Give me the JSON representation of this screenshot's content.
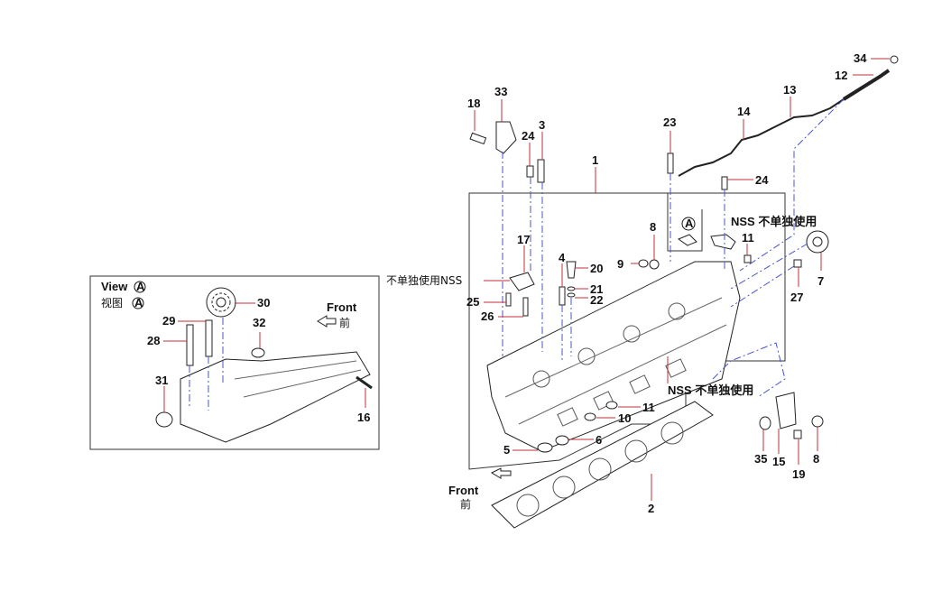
{
  "diagram": {
    "title": "Cylinder head exploded parts diagram",
    "inset_view": {
      "view_label": "View",
      "view_label_cn": "视图",
      "view_marker": "A",
      "front_label": "Front",
      "front_label_cn": "前",
      "callouts": [
        "28",
        "29",
        "30",
        "31",
        "32",
        "16"
      ]
    },
    "main_view": {
      "view_marker": "A",
      "front_label": "Front",
      "front_label_cn": "前",
      "nss_left": "不单独使用NSS",
      "nss_right_top": "NSS 不单独使用",
      "nss_right_mid": "NSS 不单独使用",
      "callouts": {
        "c1": "1",
        "c2": "2",
        "c3": "3",
        "c4": "4",
        "c5": "5",
        "c6": "6",
        "c7": "7",
        "c8a": "8",
        "c8b": "8",
        "c9": "9",
        "c10": "10",
        "c11a": "11",
        "c11b": "11",
        "c12": "12",
        "c13": "13",
        "c14": "14",
        "c15": "15",
        "c17": "17",
        "c18": "18",
        "c19": "19",
        "c20": "20",
        "c21": "21",
        "c22": "22",
        "c23": "23",
        "c24a": "24",
        "c24b": "24",
        "c25": "25",
        "c26": "26",
        "c27": "27",
        "c33": "33",
        "c34": "34",
        "c35": "35"
      }
    },
    "colors": {
      "leader": "#c0303a",
      "assembly_line": "#4a55c8",
      "outline": "#222222"
    }
  }
}
